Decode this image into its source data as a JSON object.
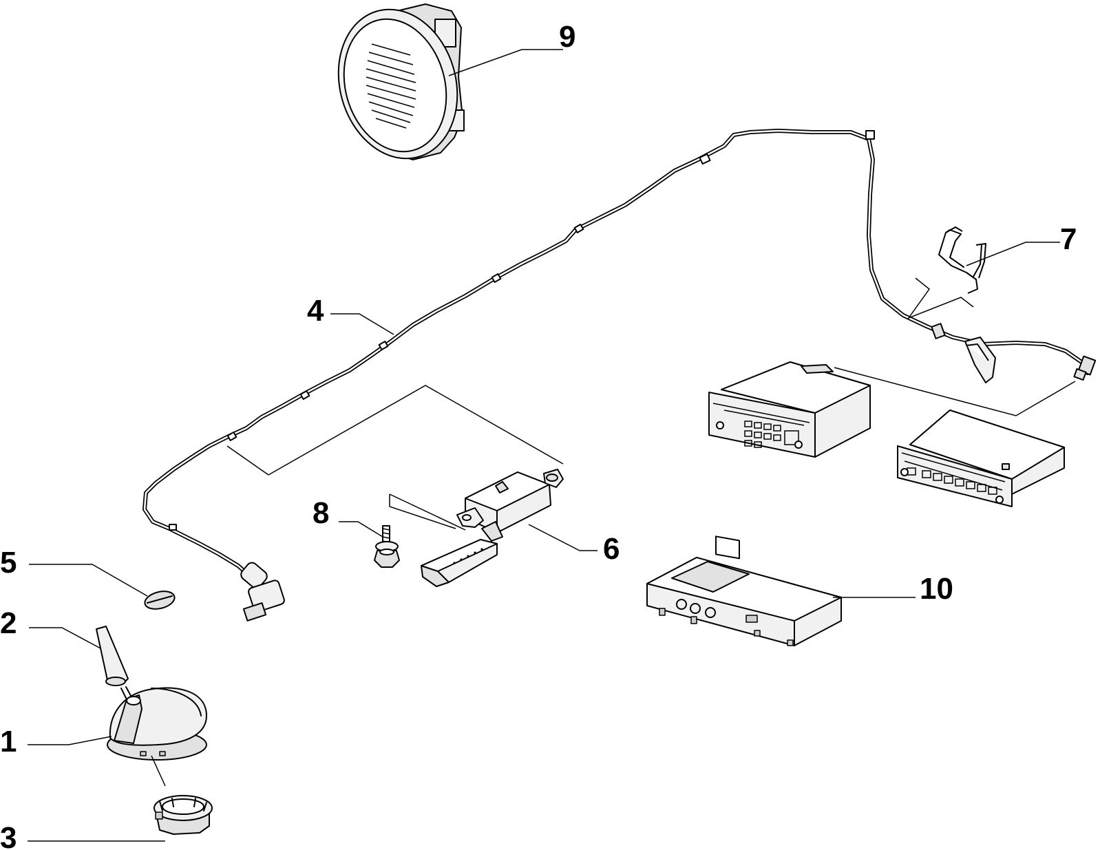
{
  "callouts": [
    {
      "id": "1",
      "text": "1"
    },
    {
      "id": "2",
      "text": "2"
    },
    {
      "id": "3",
      "text": "3"
    },
    {
      "id": "4",
      "text": "4"
    },
    {
      "id": "5",
      "text": "5"
    },
    {
      "id": "6",
      "text": "6"
    },
    {
      "id": "7",
      "text": "7"
    },
    {
      "id": "8",
      "text": "8"
    },
    {
      "id": "9",
      "text": "9"
    },
    {
      "id": "10",
      "text": "10"
    }
  ],
  "parts": {
    "p1": "roof-antenna-base",
    "p2": "antenna-mast",
    "p3": "antenna-mounting-nut",
    "p4": "antenna-cable",
    "p5": "seal-disc",
    "p6": "antenna-amplifier",
    "p7": "wire-bracket",
    "p8": "screw",
    "p9": "loudspeaker",
    "p10": "navigation-unit"
  }
}
